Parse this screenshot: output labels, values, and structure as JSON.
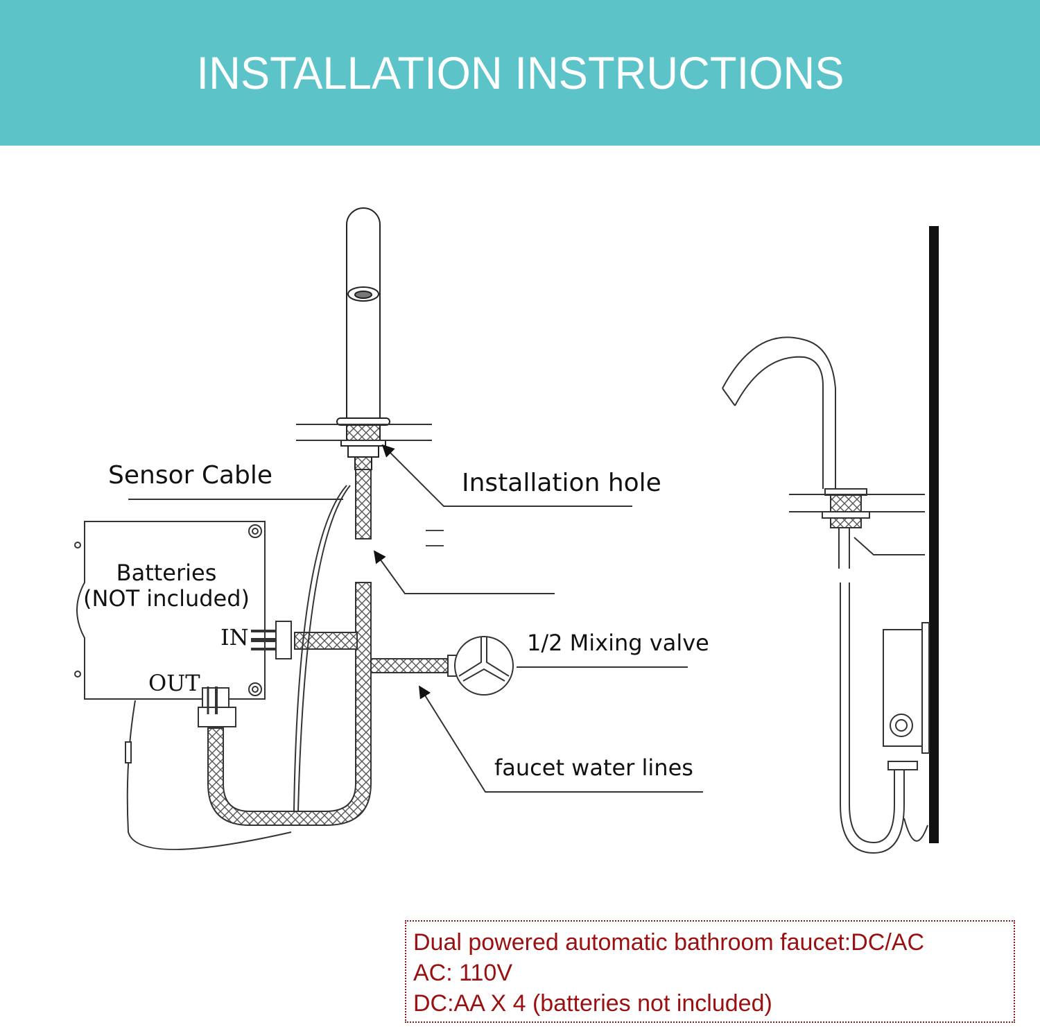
{
  "header": {
    "title": "INSTALLATION INSTRUCTIONS",
    "background_color": "#5cc4c8",
    "text_color": "#ffffff"
  },
  "diagram": {
    "labels": {
      "sensor_cable": "Sensor Cable",
      "installation_hole": "Installation hole",
      "batteries_line1": "Batteries",
      "batteries_line2": "(NOT included)",
      "in_port": "IN",
      "out_port": "OUT",
      "mixing_valve": "1/2 Mixing valve",
      "faucet_water_lines": "faucet water lines"
    },
    "components": [
      "faucet-spout-straight",
      "control-box",
      "braided-water-line",
      "mixing-valve",
      "faucet-spout-gooseneck-side-view",
      "wall"
    ]
  },
  "specs": {
    "border_color": "#8a1a1a",
    "text_color": "#9a1010",
    "lines": [
      "Dual powered automatic bathroom faucet:DC/AC",
      "AC: 110V",
      "DC:AA X 4 (batteries not included)"
    ]
  }
}
